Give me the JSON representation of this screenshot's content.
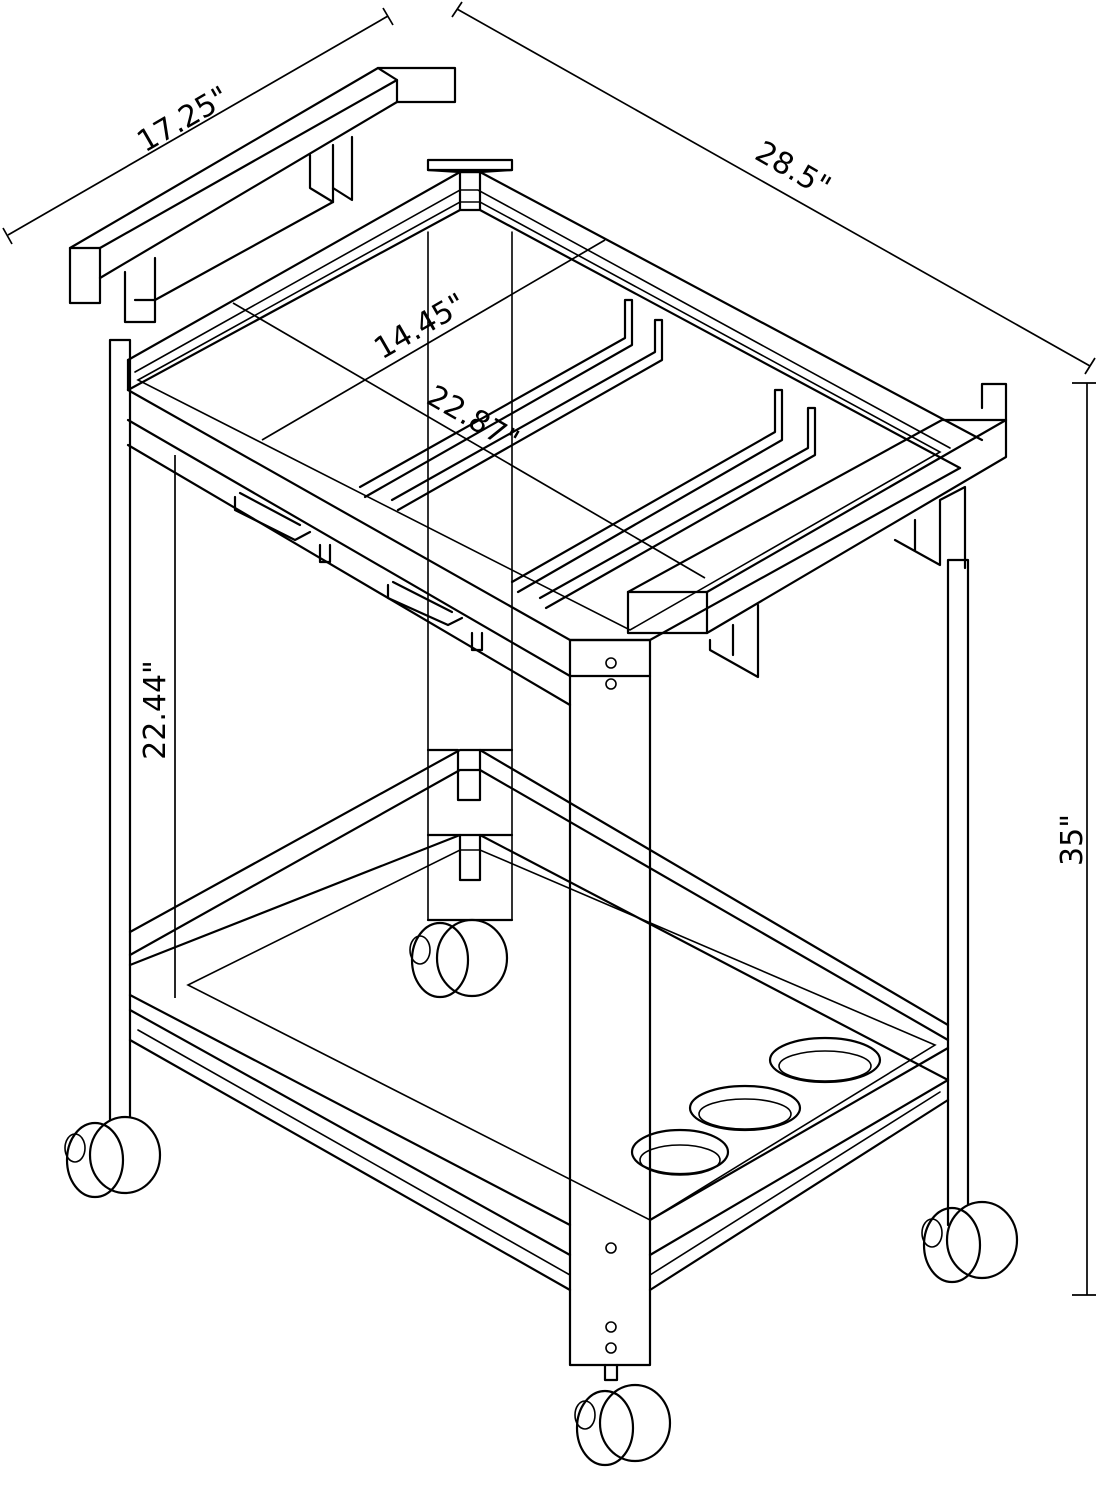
{
  "dimensions": {
    "depth": "17.25\"",
    "width": "28.5\"",
    "shelf_depth": "14.45\"",
    "shelf_width": "22.87\"",
    "shelf_height": "22.44\"",
    "total_height": "35\""
  },
  "colors": {
    "line": "#000000",
    "background": "#ffffff"
  }
}
